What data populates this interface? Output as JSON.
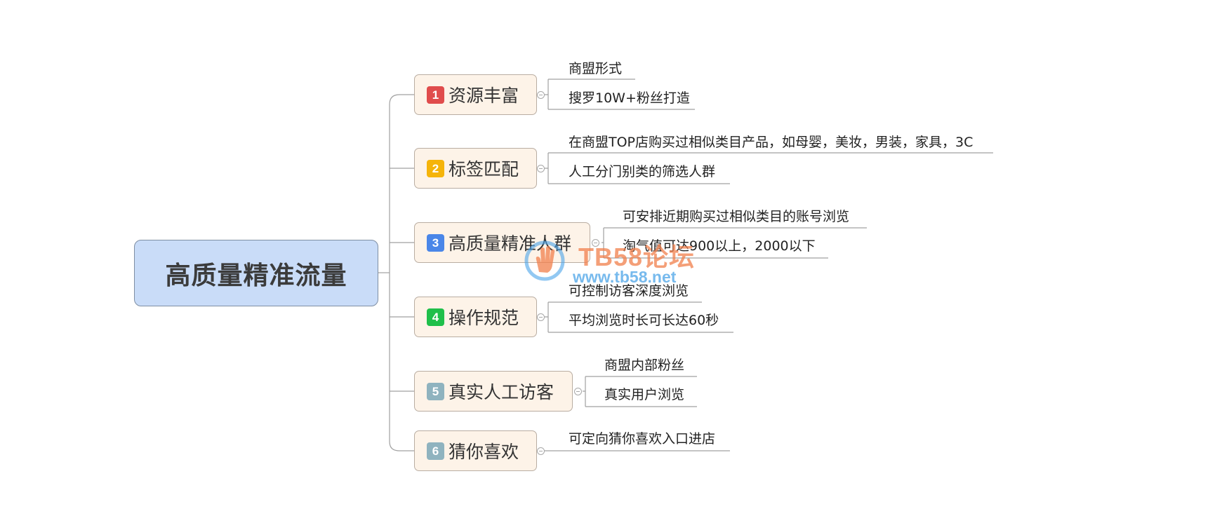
{
  "root": {
    "label": "高质量精准流量"
  },
  "branches": [
    {
      "num": "1",
      "badge_color": "#e04c4c",
      "label": "资源丰富",
      "leaves": [
        "商盟形式",
        "搜罗10W+粉丝打造"
      ]
    },
    {
      "num": "2",
      "badge_color": "#f5b40a",
      "label": "标签匹配",
      "leaves": [
        "在商盟TOP店购买过相似类目产品，如母婴，美妆，男装，家具，3C",
        "人工分门别类的筛选人群"
      ]
    },
    {
      "num": "3",
      "badge_color": "#4a86e8",
      "label": "高质量精准人群",
      "leaves": [
        "可安排近期购买过相似类目的账号浏览",
        "淘气值可达900以上，2000以下"
      ]
    },
    {
      "num": "4",
      "badge_color": "#1fbf4a",
      "label": "操作规范",
      "leaves": [
        "可控制访客深度浏览",
        "平均浏览时长可长达60秒"
      ]
    },
    {
      "num": "5",
      "badge_color": "#8fb3bf",
      "label": "真实人工访客",
      "leaves": [
        "商盟内部粉丝",
        "真实用户浏览"
      ]
    },
    {
      "num": "6",
      "badge_color": "#8fb3bf",
      "label": "猜你喜欢",
      "leaves": [
        "可定向猜你喜欢入口进店"
      ]
    }
  ],
  "colors": {
    "connector": "#a0a0a0",
    "root_fill": "#c9dcf8",
    "branch_fill": "#fdf3e8"
  },
  "watermark": {
    "title": "TB58论坛",
    "url": "www.tb58.net"
  }
}
